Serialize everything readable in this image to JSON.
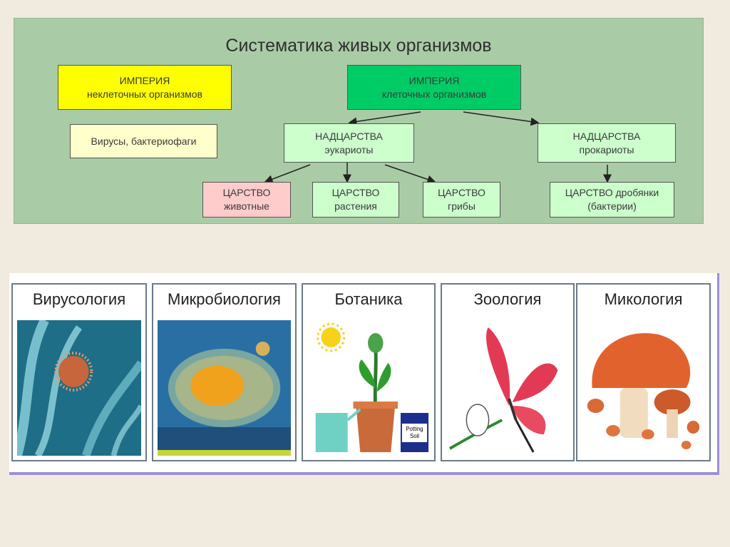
{
  "diagram": {
    "title": "Систематика живых организмов",
    "empire_noncellular": {
      "line1": "ИМПЕРИЯ",
      "line2": "неклеточных организмов"
    },
    "viruses": {
      "text": "Вирусы, бактериофаги"
    },
    "empire_cellular": {
      "line1": "ИМПЕРИЯ",
      "line2": "клеточных организмов"
    },
    "superkingdom_eukaryotes": {
      "line1": "НАДЦАРСТВА",
      "line2": "эукариоты"
    },
    "superkingdom_prokaryotes": {
      "line1": "НАДЦАРСТВА",
      "line2": "прокариоты"
    },
    "kingdom_animals": {
      "line1": "ЦАРСТВО",
      "line2": "животные"
    },
    "kingdom_plants": {
      "line1": "ЦАРСТВО",
      "line2": "растения"
    },
    "kingdom_fungi": {
      "line1": "ЦАРСТВО",
      "line2": "грибы"
    },
    "kingdom_bacteria": {
      "line1": "ЦАРСТВО дробянки",
      "line2": "(бактерии)"
    }
  },
  "sciences": [
    {
      "label": "Вирусология",
      "icon": "virus-image"
    },
    {
      "label": "Микробиология",
      "icon": "microorganism-image"
    },
    {
      "label": "Ботаника",
      "icon": "plant-pot-image"
    },
    {
      "label": "Зоология",
      "icon": "butterfly-image"
    },
    {
      "label": "Микология",
      "icon": "mushroom-image"
    }
  ],
  "potting_soil": {
    "line1": "Potting",
    "line2": "Soil"
  },
  "colors": {
    "panel": "#a9cca6",
    "yellow": "#ffff00",
    "cellular_green": "#00cc66",
    "pale_green": "#ccffcc",
    "pink": "#ffcccc"
  }
}
